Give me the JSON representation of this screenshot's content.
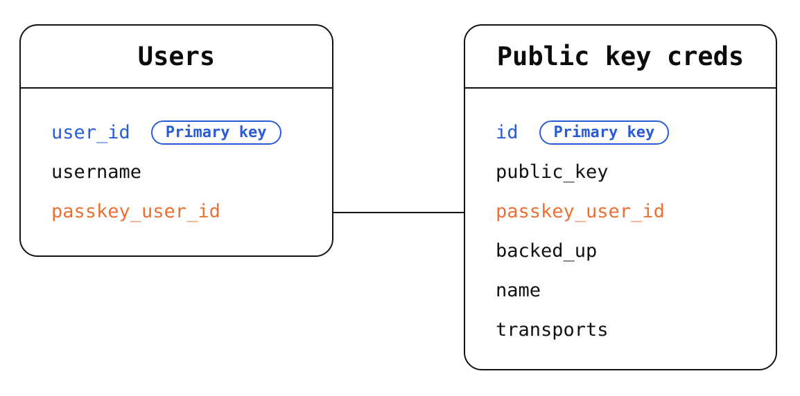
{
  "diagram": {
    "tables": [
      {
        "title": "Users",
        "fields": [
          {
            "name": "user_id",
            "role": "primary",
            "badge": "Primary key"
          },
          {
            "name": "username",
            "role": "normal"
          },
          {
            "name": "passkey_user_id",
            "role": "foreign"
          }
        ]
      },
      {
        "title": "Public key creds",
        "fields": [
          {
            "name": "id",
            "role": "primary",
            "badge": "Primary key"
          },
          {
            "name": "public_key",
            "role": "normal"
          },
          {
            "name": "passkey_user_id",
            "role": "foreign"
          },
          {
            "name": "backed_up",
            "role": "normal"
          },
          {
            "name": "name",
            "role": "normal"
          },
          {
            "name": "transports",
            "role": "normal"
          }
        ]
      }
    ],
    "relation": {
      "from_table": "Users",
      "from_field": "passkey_user_id",
      "to_table": "Public key creds",
      "to_field": "passkey_user_id"
    },
    "colors": {
      "primary_key_text": "#2a5bd7",
      "foreign_key_text": "#eb7036",
      "field_text": "#111111",
      "border": "#111111",
      "background": "#ffffff"
    }
  }
}
